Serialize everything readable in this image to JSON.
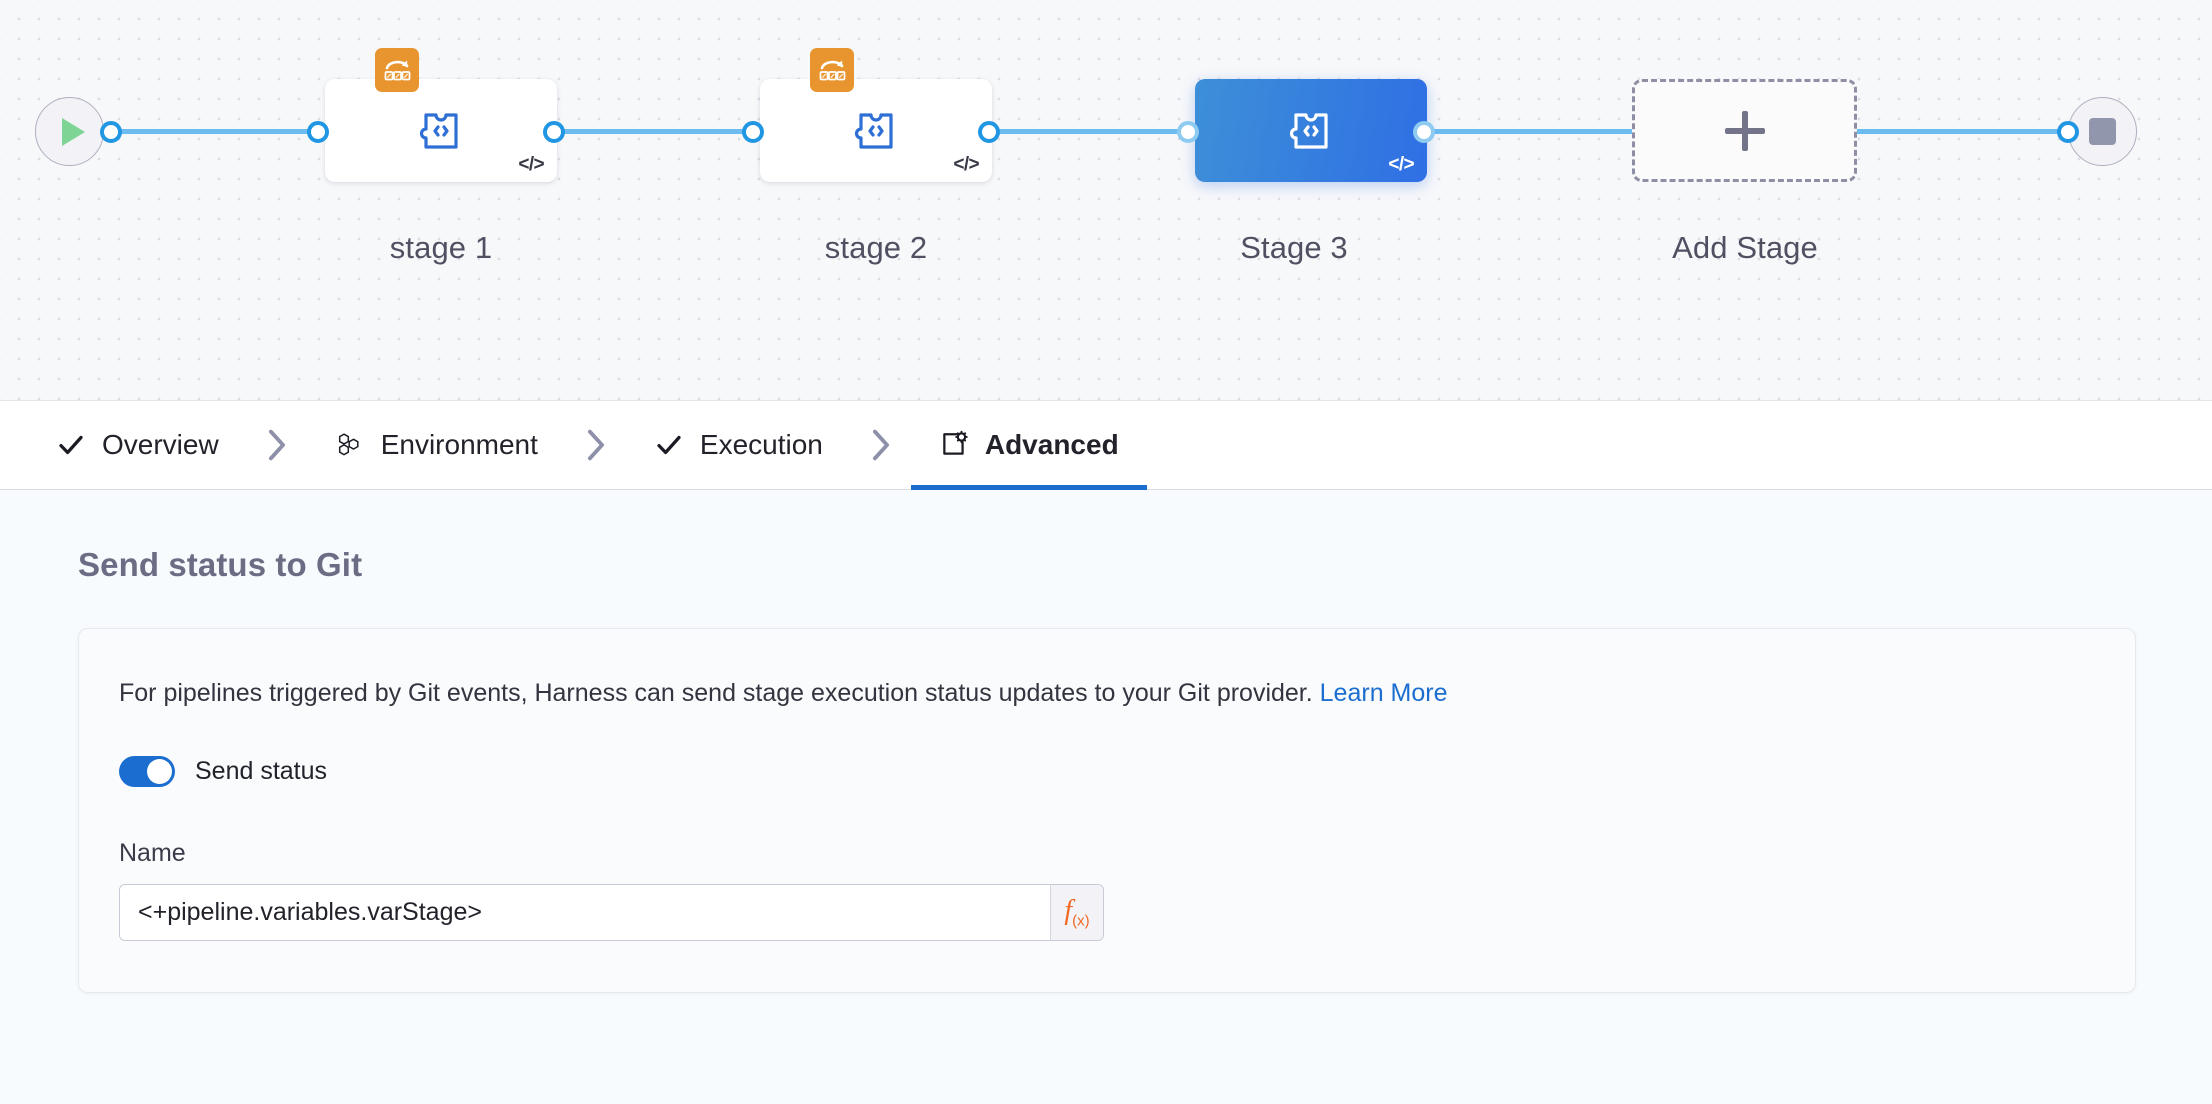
{
  "canvas": {
    "start_node": {
      "icon": "play-icon",
      "name": "pipeline-start"
    },
    "end_node": {
      "icon": "stop-icon",
      "name": "pipeline-end"
    },
    "add_stage": {
      "label": "Add Stage",
      "icon": "plus-icon"
    },
    "stages": [
      {
        "label": "stage 1",
        "icon": "custom-stage-icon",
        "badge": "matrix-looping-icon",
        "code_badge": "</>",
        "selected": false
      },
      {
        "label": "stage 2",
        "icon": "custom-stage-icon",
        "badge": "matrix-looping-icon",
        "code_badge": "</>",
        "selected": false
      },
      {
        "label": "Stage 3",
        "icon": "custom-stage-icon",
        "badge": null,
        "code_badge": "</>",
        "selected": true
      }
    ]
  },
  "tabs": [
    {
      "label": "Overview",
      "icon": "check-icon",
      "active": false,
      "complete": true
    },
    {
      "label": "Environment",
      "icon": "infrastructure-hex-icon",
      "active": false,
      "complete": false
    },
    {
      "label": "Execution",
      "icon": "check-icon",
      "active": false,
      "complete": true
    },
    {
      "label": "Advanced",
      "icon": "advanced-gear-icon",
      "active": true,
      "complete": false
    }
  ],
  "main": {
    "section_title": "Send status to Git",
    "description": "For pipelines triggered by Git events, Harness can send stage execution status updates to your Git provider.",
    "learn_more_label": "Learn More",
    "toggle": {
      "label": "Send status",
      "checked": true
    },
    "name_field": {
      "label": "Name",
      "value": "<+pipeline.variables.varStage>",
      "placeholder": "",
      "expression_button": "f(x)"
    }
  },
  "colors": {
    "accent_blue": "#1b6ed0",
    "selected_stage_blue": "#2f6fe4",
    "connector_blue": "#6cbcf0",
    "matrix_orange": "#e8952f",
    "expression_orange": "#f26722",
    "start_green": "#7ed495",
    "end_gray": "#9296ad",
    "canvas_bg": "#f7f8fa",
    "content_bg": "#f7fbfd"
  }
}
